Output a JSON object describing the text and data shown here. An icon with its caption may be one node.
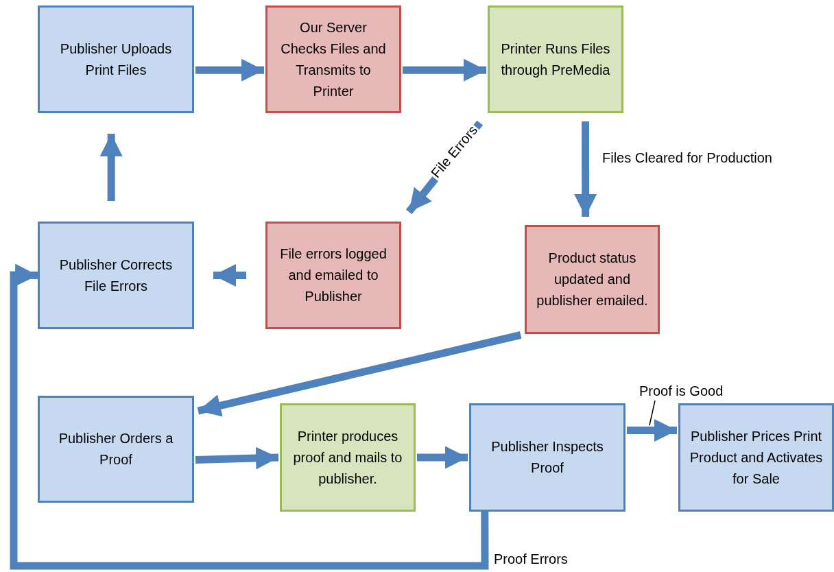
{
  "diagram": {
    "nodes": [
      {
        "text": [
          "Publisher Uploads Print Files"
        ]
      },
      {
        "text": [
          "Our Server Checks Files and Transmits to Printer"
        ]
      },
      {
        "text": [
          "Printer Runs Files through PreMedia"
        ]
      },
      {
        "text": [
          "Publisher Corrects File Errors"
        ]
      },
      {
        "text": [
          "File errors logged and emailed to Publisher"
        ]
      },
      {
        "text": [
          "Product status updated and publisher emailed."
        ]
      },
      {
        "text": [
          "Publisher Orders a Proof"
        ]
      },
      {
        "text": [
          "Printer produces proof and mails to publisher."
        ]
      },
      {
        "text": [
          "Publisher Inspects Proof"
        ]
      },
      {
        "text": [
          "Publisher Prices Print Product and Activates for Sale"
        ]
      }
    ],
    "edges": [
      {
        "from": 0,
        "to": 1,
        "arrow": "to"
      },
      {
        "from": 1,
        "to": 2,
        "arrow": "to"
      },
      {
        "from": 2,
        "to": 4,
        "arrow": "to",
        "label": "File Errors"
      },
      {
        "from": 2,
        "to": 5,
        "arrow": "to",
        "label": "Files Cleared for Production"
      },
      {
        "from": 4,
        "to": 3,
        "arrow": "to"
      },
      {
        "from": 3,
        "to": 0,
        "arrow": "to"
      },
      {
        "from": 5,
        "to": 6,
        "arrow": "to"
      },
      {
        "from": 6,
        "to": 7,
        "arrow": "to"
      },
      {
        "from": 7,
        "to": 8,
        "arrow": "to"
      },
      {
        "from": 8,
        "to": 9,
        "arrow": "to",
        "label": "Proof is Good"
      },
      {
        "from": 8,
        "to": 3,
        "arrow": "to",
        "label": "Proof Errors"
      }
    ]
  }
}
